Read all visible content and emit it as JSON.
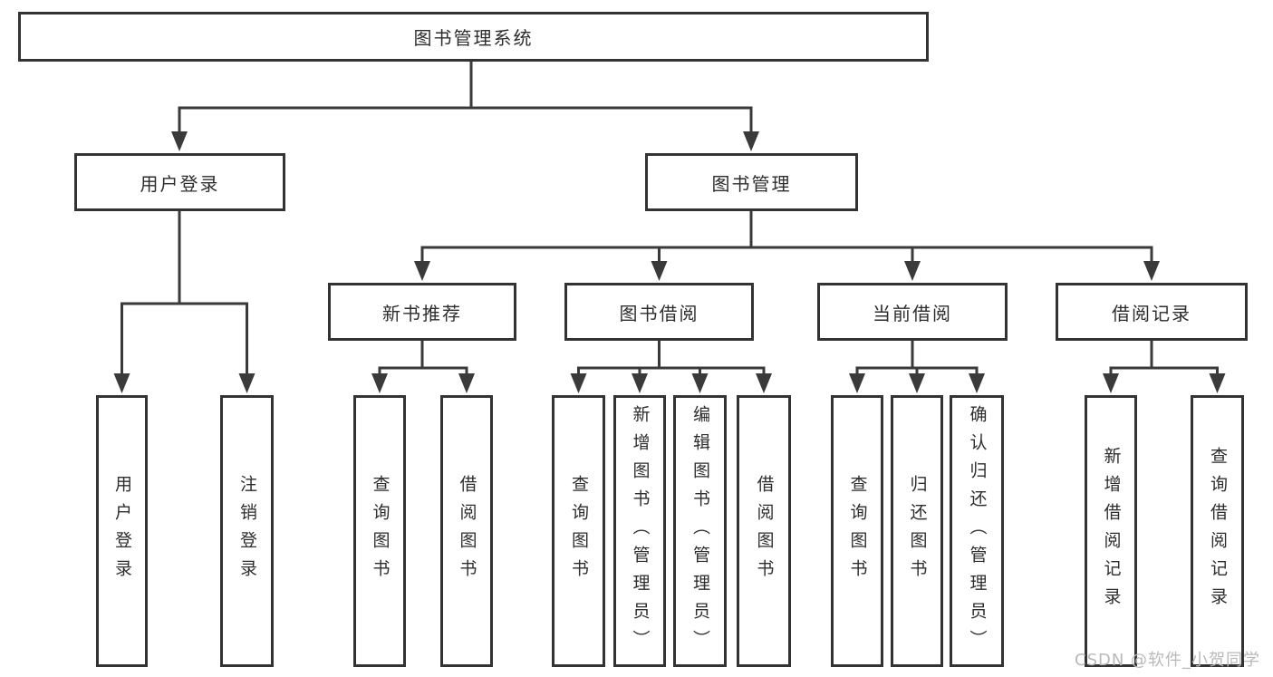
{
  "colors": {
    "line": "#3a3a3a",
    "box_border": "#333333",
    "text": "#2d2d2d",
    "background": "#ffffff",
    "watermark": "#b9b9b9"
  },
  "diagram": {
    "title": "图书管理系统",
    "level2": [
      {
        "label": "用户登录"
      },
      {
        "label": "图书管理"
      }
    ],
    "level3": [
      {
        "label": "新书推荐",
        "parent": "图书管理"
      },
      {
        "label": "图书借阅",
        "parent": "图书管理"
      },
      {
        "label": "当前借阅",
        "parent": "图书管理"
      },
      {
        "label": "借阅记录",
        "parent": "图书管理"
      }
    ],
    "leaves": [
      {
        "label": "用户登录",
        "parent": "用户登录"
      },
      {
        "label": "注销登录",
        "parent": "用户登录"
      },
      {
        "label": "查询图书",
        "parent": "新书推荐"
      },
      {
        "label": "借阅图书",
        "parent": "新书推荐"
      },
      {
        "label": "查询图书",
        "parent": "图书借阅"
      },
      {
        "label": "新增图书（管理员）",
        "parent": "图书借阅"
      },
      {
        "label": "编辑图书（管理员）",
        "parent": "图书借阅"
      },
      {
        "label": "借阅图书",
        "parent": "图书借阅"
      },
      {
        "label": "查询图书",
        "parent": "当前借阅"
      },
      {
        "label": "归还图书",
        "parent": "当前借阅"
      },
      {
        "label": "确认归还（管理员）",
        "parent": "当前借阅"
      },
      {
        "label": "新增借阅记录",
        "parent": "借阅记录"
      },
      {
        "label": "查询借阅记录",
        "parent": "借阅记录"
      }
    ]
  },
  "watermark": {
    "text": "CSDN @软件_小贺同学"
  }
}
